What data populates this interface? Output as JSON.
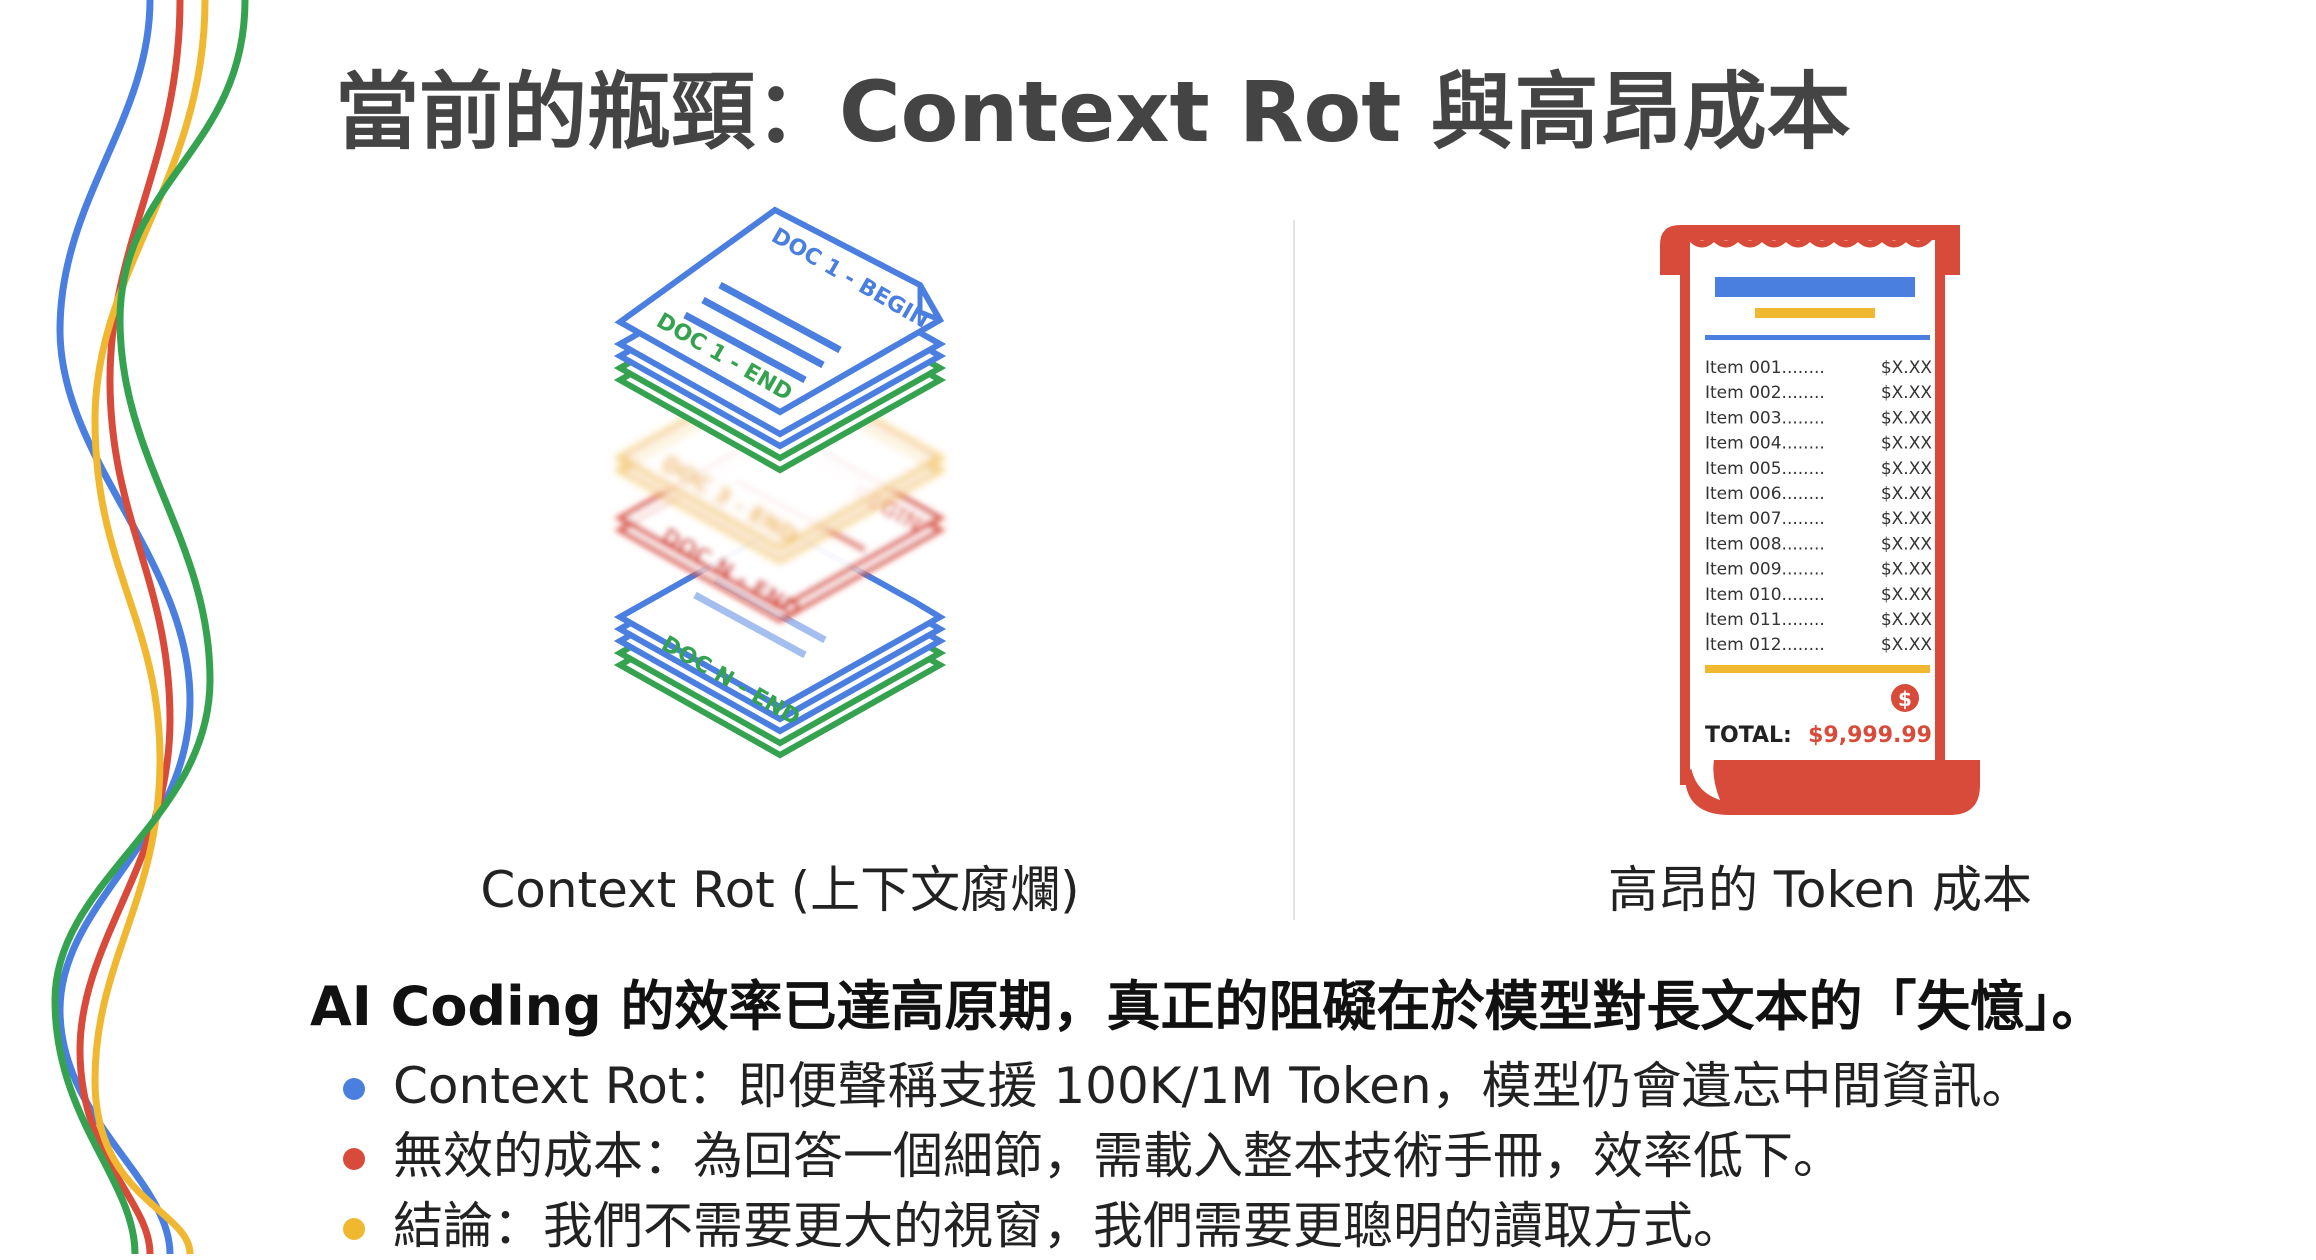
{
  "title": "當前的瓶頸：Context Rot 與高昂成本",
  "colors": {
    "blue": "#4a7fe0",
    "red": "#d84a3a",
    "yellow": "#f0b731",
    "green": "#34a24f",
    "title": "#444444"
  },
  "left_panel": {
    "caption": "Context Rot (上下文腐爛)",
    "doc_labels": {
      "doc1_begin": "DOC 1 - BEGIN",
      "doc1_end": "DOC 1 - END",
      "doc3_end": "DOC 3 - END",
      "docn_begin": "BEGIN",
      "docn_end": "DOC N - END",
      "docn_end_bottom": "DOC N - END"
    }
  },
  "right_panel": {
    "caption": "高昂的 Token 成本",
    "receipt": {
      "items": [
        {
          "name": "Item 001",
          "dots": "........",
          "price": "$X.XX"
        },
        {
          "name": "Item 002",
          "dots": "........",
          "price": "$X.XX"
        },
        {
          "name": "Item 003",
          "dots": "........",
          "price": "$X.XX"
        },
        {
          "name": "Item 004",
          "dots": "........",
          "price": "$X.XX"
        },
        {
          "name": "Item 005",
          "dots": "........",
          "price": "$X.XX"
        },
        {
          "name": "Item 006",
          "dots": "........",
          "price": "$X.XX"
        },
        {
          "name": "Item 007",
          "dots": "........",
          "price": "$X.XX"
        },
        {
          "name": "Item 008",
          "dots": "........",
          "price": "$X.XX"
        },
        {
          "name": "Item 009",
          "dots": "........",
          "price": "$X.XX"
        },
        {
          "name": "Item 010",
          "dots": "........",
          "price": "$X.XX"
        },
        {
          "name": "Item 011",
          "dots": "........",
          "price": "$X.XX"
        },
        {
          "name": "Item 012",
          "dots": "........",
          "price": "$X.XX"
        }
      ],
      "dollar_symbol": "$",
      "total_label": "TOTAL:",
      "total_value": "$9,999.99"
    }
  },
  "summary": "AI Coding 的效率已達高原期，真正的阻礙在於模型對長文本的「失憶」。",
  "bullets": [
    {
      "color": "#4a7fe0",
      "text": "Context Rot：即便聲稱支援 100K/1M Token，模型仍會遺忘中間資訊。"
    },
    {
      "color": "#d84a3a",
      "text": "無效的成本：為回答一個細節，需載入整本技術手冊，效率低下。"
    },
    {
      "color": "#f0b731",
      "text": "結論：我們不需要更大的視窗，我們需要更聰明的讀取方式。"
    }
  ]
}
